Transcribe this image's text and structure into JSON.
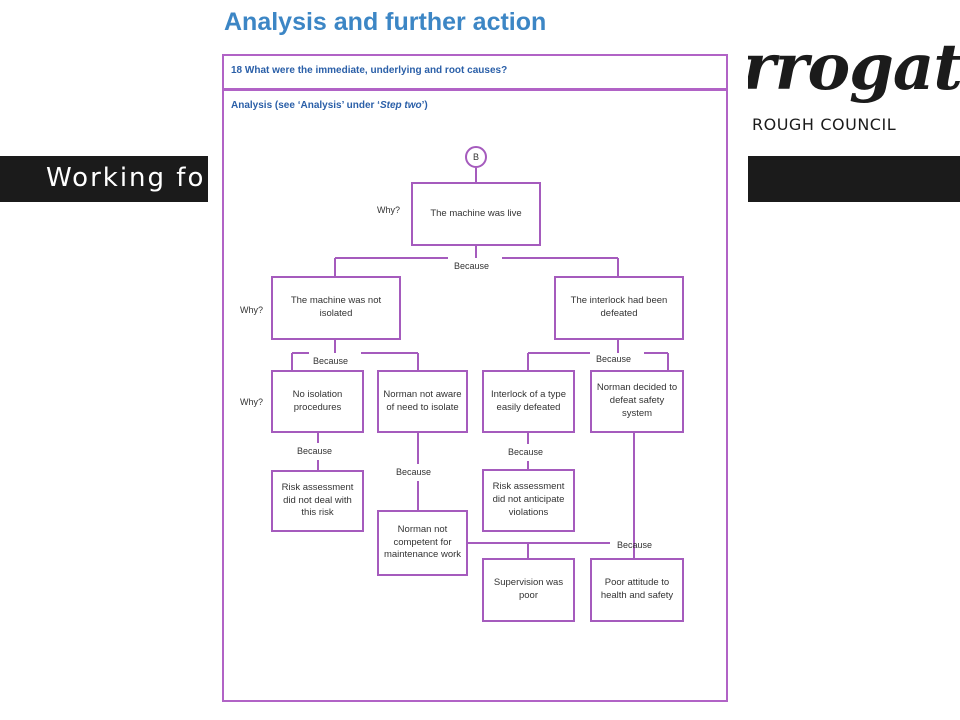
{
  "slide": {
    "band_text": "Working fo",
    "logo_script": "rrogate",
    "logo_sub_left": "ROUGH",
    "logo_sub_right": "COUNCIL"
  },
  "document": {
    "title": "Analysis and further action",
    "question": "18 What were the immediate, underlying and root causes?",
    "analysis_prefix": "Analysis (see ‘Analysis’ under ‘",
    "analysis_ital": "Step two",
    "analysis_suffix": "’)"
  },
  "diagram": {
    "start_marker": "B",
    "nodes": {
      "machine_live": "The machine was live",
      "not_isolated": "The machine was not isolated",
      "interlock_defeated": "The interlock had been defeated",
      "no_isolation": "No isolation procedures",
      "norman_not_aware": "Norman not aware of need to isolate",
      "interlock_type": "Interlock of a type easily defeated",
      "norman_decided": "Norman decided to defeat safety system",
      "ra_risk": "Risk assessment did not deal with this risk",
      "ra_violations": "Risk assessment did not anticipate violations",
      "norman_competent": "Norman not competent for maintenance work",
      "supervision": "Supervision was poor",
      "poor_attitude": "Poor attitude to health and safety"
    },
    "labels": {
      "why_1": "Why?",
      "why_2": "Why?",
      "why_3": "Why?",
      "because_1": "Because",
      "because_2": "Because",
      "because_3": "Because",
      "because_4": "Because",
      "because_5": "Because",
      "because_6": "Because",
      "because_7": "Because"
    }
  }
}
